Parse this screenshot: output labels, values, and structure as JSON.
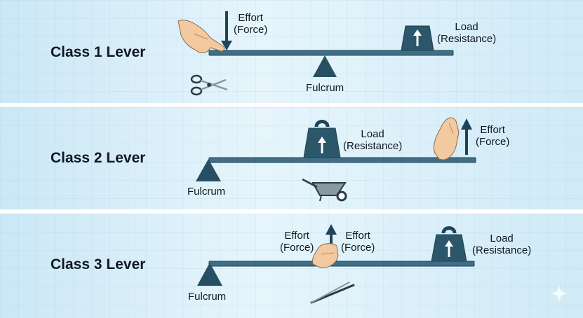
{
  "levers": [
    {
      "title": "Class 1 Lever",
      "effort": {
        "line1": "Effort",
        "line2": "(Force)"
      },
      "load": {
        "line1": "Load",
        "line2": "(Resistance)"
      },
      "fulcrum": "Fulcrum",
      "tool_icon": "scissors-icon"
    },
    {
      "title": "Class 2 Lever",
      "effort": {
        "line1": "Effort",
        "line2": "(Force)"
      },
      "load": {
        "line1": "Load",
        "line2": "(Resistance)"
      },
      "fulcrum": "Fulcrum",
      "tool_icon": "wheelbarrow-icon"
    },
    {
      "title": "Class 3 Lever",
      "effort_left": {
        "line1": "Effort",
        "line2": "(Force)"
      },
      "effort_right": {
        "line1": "Effort",
        "line2": "(Force)"
      },
      "load": {
        "line1": "Load",
        "line2": "(Resistance)"
      },
      "fulcrum": "Fulcrum",
      "tool_icon": "tweezers-icon"
    }
  ],
  "colors": {
    "beam": "#3f6f86",
    "fulcrum": "#274f63",
    "weight": "#2c5669",
    "arrow": "#1f4458",
    "skin": "#f3c9a0",
    "text": "#111820"
  }
}
